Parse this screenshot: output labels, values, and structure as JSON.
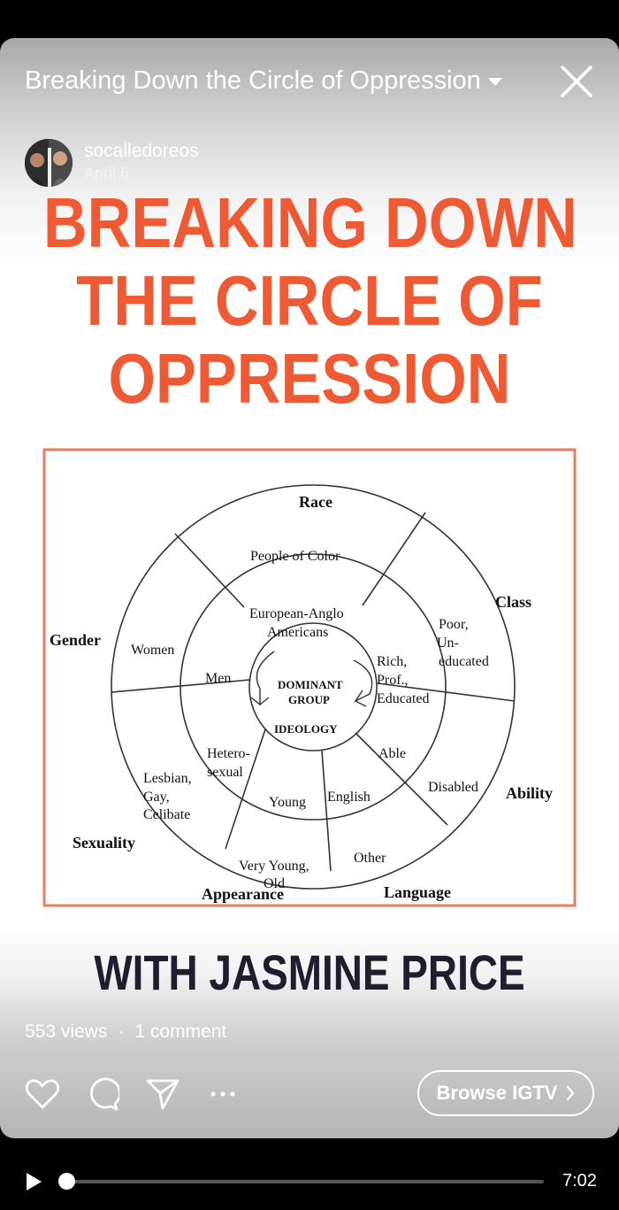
{
  "video": {
    "title": "Breaking Down the Circle of Oppression",
    "username": "socalledoreos",
    "date": "April 6",
    "views": "553 views",
    "separator": "·",
    "comments": "1 comment",
    "browse_label": "Browse IGTV",
    "time": "7:02",
    "progress": 0.0
  },
  "poster": {
    "headline": [
      "BREAKING DOWN",
      "THE CIRCLE OF",
      "OPPRESSION"
    ],
    "byline": "WITH JASMINE PRICE",
    "headline_color": "#ee5a33"
  },
  "diagram": {
    "categories": {
      "race": "Race",
      "class": "Class",
      "gender": "Gender",
      "ability": "Ability",
      "sexuality": "Sexuality",
      "appearance": "Appearance",
      "language": "Language"
    },
    "outer": {
      "people_of_color": "People of Color",
      "poor": [
        "Poor,",
        "Un-",
        "educated"
      ],
      "women": "Women",
      "disabled": "Disabled",
      "lgb": [
        "Lesbian,",
        "Gay,",
        "Celibate"
      ],
      "other": "Other",
      "very_young": [
        "Very Young,",
        "Old"
      ]
    },
    "inner": {
      "euro": [
        "European-Anglo",
        "Americans"
      ],
      "rich": [
        "Rich,",
        "Prof.,",
        "Educated"
      ],
      "men": "Men",
      "able": "Able",
      "hetero": [
        "Hetero-",
        "sexual"
      ],
      "young": "Young",
      "english": "English"
    },
    "core": [
      "DOMINANT",
      "GROUP",
      "IDEOLOGY"
    ]
  }
}
